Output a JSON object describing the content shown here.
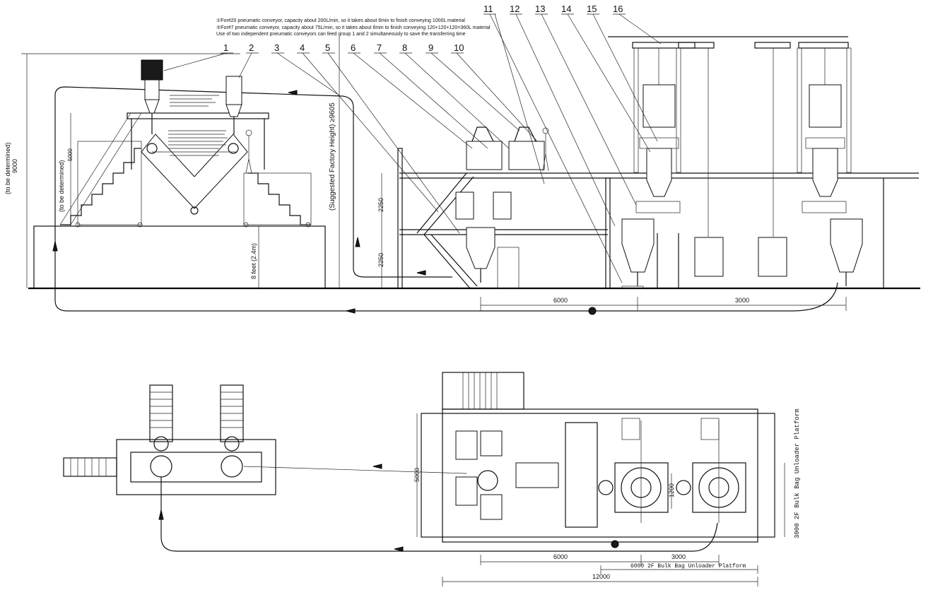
{
  "notes": {
    "line1": "①For#20 pneumatic conveyor, capacity about 200L/min, so it takes about 6min to finish conveying 1000L material",
    "line2": "②For#7 pneumatic conveyor, capacity about 75L/min, so it takes about 6min to finish conveying 120+120+120=360L material",
    "line3": "Use of two independent pneumatic conveyors can feed group 1 and 2 simultaneously to save the transferring time"
  },
  "callouts": [
    "1",
    "2",
    "3",
    "4",
    "5",
    "6",
    "7",
    "8",
    "9",
    "10",
    "11",
    "12",
    "13",
    "14",
    "15",
    "16"
  ],
  "elevation": {
    "dim_9000": "9000",
    "dim_tbd": "(to be determined)",
    "dim_tbd_inner": "(to be determined)",
    "dim_inner_value": "5000",
    "dim_8feet": "8 feet (2.4m)",
    "factory_height": "(Suggested Factory Height) ≥9605",
    "dim_2250_top": "2250",
    "dim_2250_bottom": "2250",
    "dim_6000": "6000",
    "dim_3000": "3000"
  },
  "plan": {
    "dim_5000": "5000",
    "dim_1200": "1200",
    "dim_6000": "6000",
    "dim_3000": "3000",
    "dim_12000": "12000",
    "platform_width_label": "6000 2F Bulk Bag Unloader Platform",
    "platform_side_label": "3000 2F Bulk Bag Unloader Platform"
  }
}
